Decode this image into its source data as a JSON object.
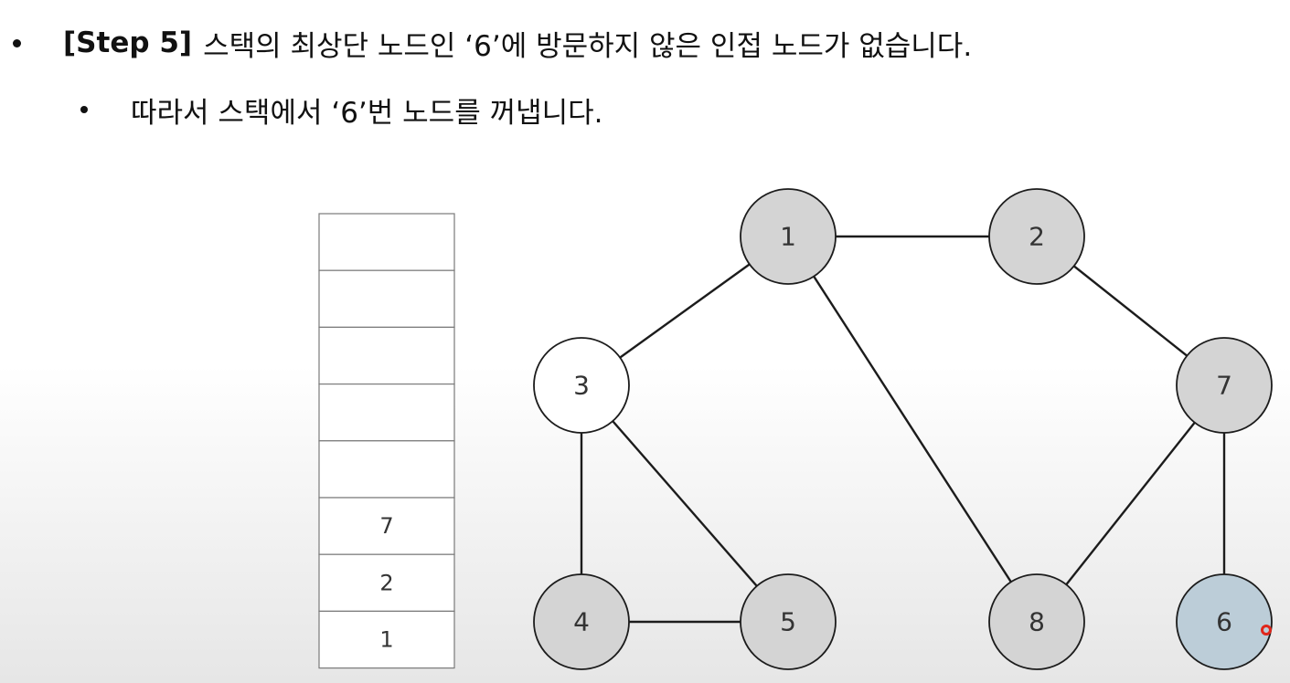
{
  "bullets": {
    "line1_step": "[Step 5]",
    "line1_text": "스택의 최상단 노드인 ‘6’에 방문하지 않은 인접 노드가 없습니다.",
    "line2_text": "따라서 스택에서 ‘6’번 노드를 꺼냅니다."
  },
  "colors": {
    "visited": "#d4d4d4",
    "unvisited": "#ffffff",
    "current": "#bccdd8",
    "cursor": "#e0261b"
  },
  "stack": {
    "capacity": 8,
    "items_bottom_to_top": [
      "1",
      "2",
      "7"
    ]
  },
  "graph": {
    "nodes": [
      {
        "id": "1",
        "label": "1",
        "state": "visited"
      },
      {
        "id": "2",
        "label": "2",
        "state": "visited"
      },
      {
        "id": "3",
        "label": "3",
        "state": "unvisited"
      },
      {
        "id": "4",
        "label": "4",
        "state": "visited"
      },
      {
        "id": "5",
        "label": "5",
        "state": "visited"
      },
      {
        "id": "6",
        "label": "6",
        "state": "current"
      },
      {
        "id": "7",
        "label": "7",
        "state": "visited"
      },
      {
        "id": "8",
        "label": "8",
        "state": "visited"
      }
    ],
    "edges": [
      [
        "1",
        "2"
      ],
      [
        "1",
        "3"
      ],
      [
        "1",
        "8"
      ],
      [
        "2",
        "7"
      ],
      [
        "3",
        "4"
      ],
      [
        "3",
        "5"
      ],
      [
        "4",
        "5"
      ],
      [
        "7",
        "8"
      ],
      [
        "7",
        "6"
      ]
    ]
  }
}
